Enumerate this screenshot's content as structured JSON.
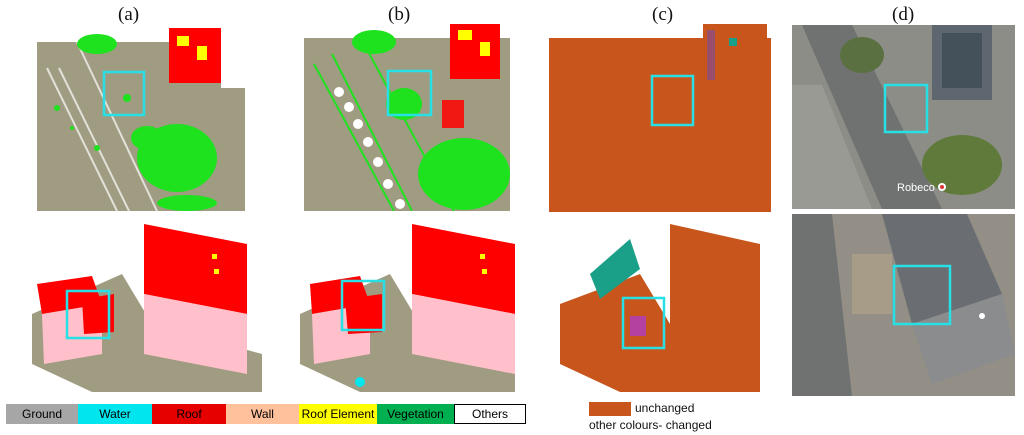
{
  "panel_labels": [
    "(a)",
    "(b)",
    "(c)",
    "(d)"
  ],
  "legend": {
    "items": [
      {
        "label": "Ground",
        "color": "#a6a6a6"
      },
      {
        "label": "Water",
        "color": "#00e5ee"
      },
      {
        "label": "Roof",
        "color": "#e60000"
      },
      {
        "label": "Wall",
        "color": "#ffc09c"
      },
      {
        "label": "Roof Element",
        "color": "#ffff00"
      },
      {
        "label": "Vegetation",
        "color": "#00b050"
      },
      {
        "label": "Others",
        "color": "#ffffff"
      }
    ]
  },
  "change_legend": {
    "unchanged_label": "unchanged",
    "unchanged_color": "#c8561c",
    "changed_label": "other colours- changed"
  },
  "map_label": "Robeco",
  "colors": {
    "ground": "#a09c82",
    "roof": "#ff0000",
    "vegetation": "#1ee21e",
    "highlight_box": "#27e0e6",
    "unchanged": "#c8561c"
  }
}
